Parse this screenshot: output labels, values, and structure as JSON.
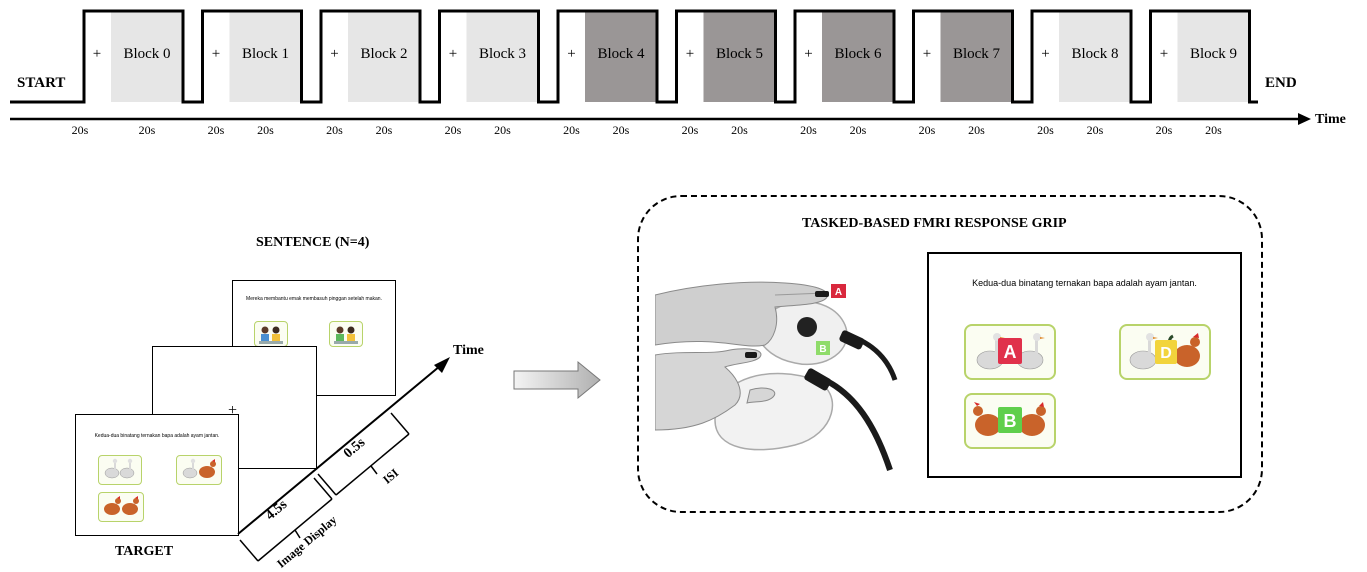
{
  "timeline": {
    "start_label": "START",
    "end_label": "END",
    "time_label": "Time",
    "fixation_symbol": "+",
    "blocks": [
      {
        "label": "Block 0",
        "shade": "light"
      },
      {
        "label": "Block 1",
        "shade": "light"
      },
      {
        "label": "Block 2",
        "shade": "light"
      },
      {
        "label": "Block 3",
        "shade": "light"
      },
      {
        "label": "Block 4",
        "shade": "dark"
      },
      {
        "label": "Block 5",
        "shade": "dark"
      },
      {
        "label": "Block 6",
        "shade": "dark"
      },
      {
        "label": "Block 7",
        "shade": "dark"
      },
      {
        "label": "Block 8",
        "shade": "light"
      },
      {
        "label": "Block 9",
        "shade": "light"
      }
    ],
    "rest_durations": [
      "20s",
      "20s",
      "20s",
      "20s",
      "20s",
      "20s",
      "20s",
      "20s",
      "20s",
      "20s"
    ],
    "block_durations": [
      "20s",
      "20s",
      "20s",
      "20s",
      "20s",
      "20s",
      "20s",
      "20s",
      "20s",
      "20s"
    ],
    "colors": {
      "light": "#e6e6e6",
      "dark": "#9a9696"
    }
  },
  "stimulus": {
    "sentence_title": "SENTENCE (N=4)",
    "target_label": "TARGET",
    "time_label": "Time",
    "sentence_card_text": "Mereka membantu emak membasuh pinggan setelah makan.",
    "target_card_text": "Kedua-dua binatang ternakan bapa adalah ayam jantan.",
    "fixation_symbol": "+",
    "image_duration": "4.5s",
    "image_label": "Image Display",
    "isi_duration": "0.5s",
    "isi_label": "ISI"
  },
  "response_panel": {
    "title": "TASKED-BASED FMRI RESPONSE GRIP",
    "grip_buttons": [
      "A",
      "B"
    ],
    "screen_sentence": "Kedua-dua binatang ternakan bapa adalah ayam jantan.",
    "options": [
      {
        "letter": "A",
        "color": "#e0314b",
        "animals": "geese"
      },
      {
        "letter": "D",
        "color": "#f2d43c",
        "animals": "goose-rooster"
      },
      {
        "letter": "B",
        "color": "#5fcf4c",
        "animals": "roosters"
      }
    ]
  }
}
